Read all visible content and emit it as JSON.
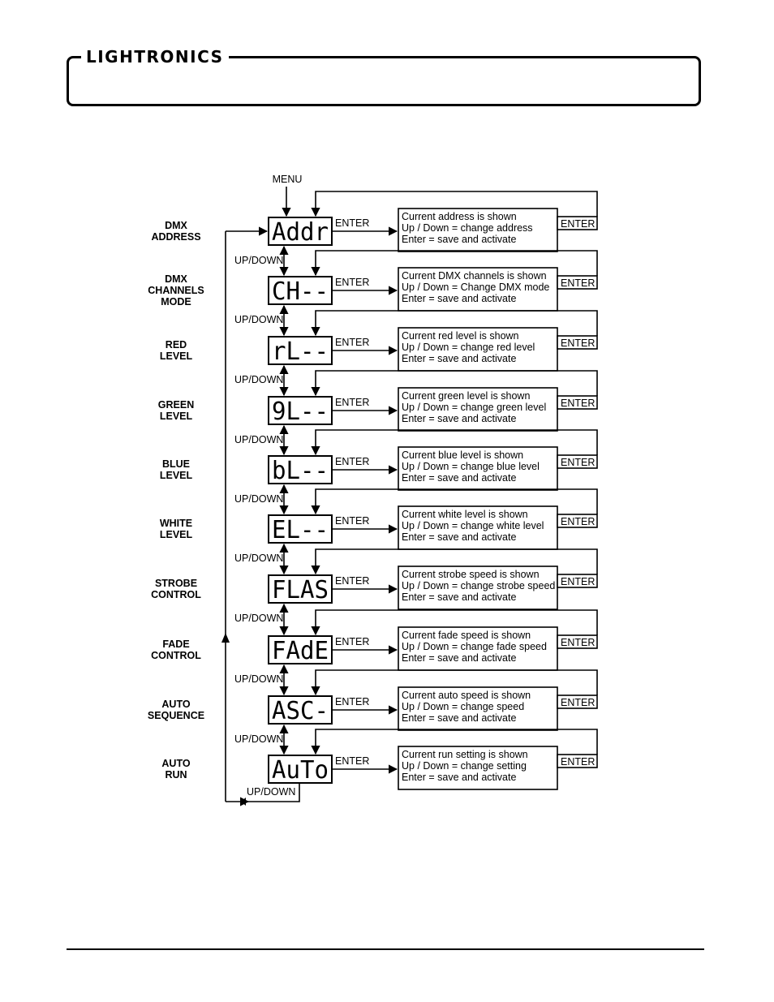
{
  "header": {
    "logo_text": "LIGHTRONICS"
  },
  "diagram": {
    "menu_label": "MENU",
    "enter_label": "ENTER",
    "updown_label": "UP/DOWN",
    "items": [
      {
        "side": [
          "DMX",
          "ADDRESS"
        ],
        "display": "Addr",
        "desc": [
          "Current address is shown",
          "Up / Down = change address",
          "Enter = save and activate"
        ]
      },
      {
        "side": [
          "DMX",
          "CHANNELS",
          "MODE"
        ],
        "display": "CH--",
        "desc": [
          "Current DMX channels is shown",
          "Up / Down = Change DMX mode",
          "Enter = save and activate"
        ]
      },
      {
        "side": [
          "RED",
          "LEVEL"
        ],
        "display": "rL--",
        "desc": [
          "Current red level is shown",
          "Up / Down = change red level",
          "Enter = save and activate"
        ]
      },
      {
        "side": [
          "GREEN",
          "LEVEL"
        ],
        "display": "9L--",
        "desc": [
          "Current green level is shown",
          "Up / Down = change green level",
          "Enter = save and activate"
        ]
      },
      {
        "side": [
          "BLUE",
          "LEVEL"
        ],
        "display": "bL--",
        "desc": [
          "Current blue level is shown",
          "Up / Down = change blue level",
          "Enter = save and activate"
        ]
      },
      {
        "side": [
          "WHITE",
          "LEVEL"
        ],
        "display": "EL--",
        "desc": [
          "Current white level is shown",
          "Up / Down = change white level",
          "Enter = save and activate"
        ]
      },
      {
        "side": [
          "STROBE",
          "CONTROL"
        ],
        "display": "FLAS",
        "desc": [
          "Current strobe speed is shown",
          "Up / Down = change strobe speed",
          "Enter = save and activate"
        ]
      },
      {
        "side": [
          "FADE",
          "CONTROL"
        ],
        "display": "FAdE",
        "desc": [
          "Current fade speed is shown",
          "Up / Down = change fade speed",
          "Enter = save and activate"
        ]
      },
      {
        "side": [
          "AUTO",
          "SEQUENCE"
        ],
        "display": "ASC-",
        "desc": [
          "Current auto speed is shown",
          "Up / Down = change speed",
          "Enter = save and activate"
        ]
      },
      {
        "side": [
          "AUTO",
          "RUN"
        ],
        "display": "AuTo",
        "desc": [
          "Current run setting is shown",
          "Up / Down = change setting",
          "Enter = save and activate"
        ]
      }
    ]
  }
}
